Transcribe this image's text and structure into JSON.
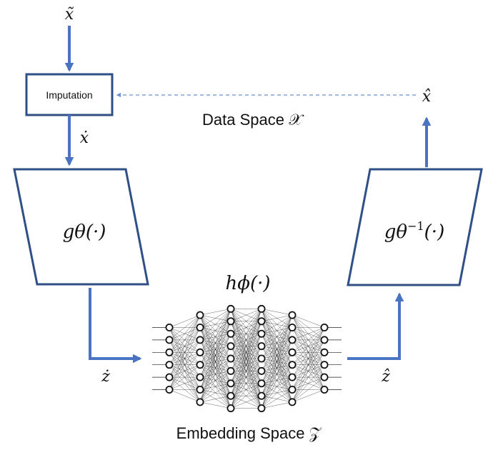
{
  "labels": {
    "x_tilde": "x̃",
    "imputation": "Imputation",
    "x_dot": "ẋ",
    "x_hat": "x̂",
    "data_space": "Data Space 𝒳",
    "encoder": "gθ(·)",
    "decoder_base": "gθ",
    "decoder_sup": "−1",
    "decoder_arg": "(·)",
    "network": "hϕ(·)",
    "z_dot": "ż",
    "z_hat": "ẑ",
    "embedding_space": "Embedding Space 𝒵"
  },
  "network": {
    "layer_sizes": [
      6,
      8,
      9,
      9,
      8,
      6
    ]
  },
  "colors": {
    "flow": "#4a73c2",
    "box_border": "#2f4f86",
    "dashed": "#6b8fd0"
  }
}
